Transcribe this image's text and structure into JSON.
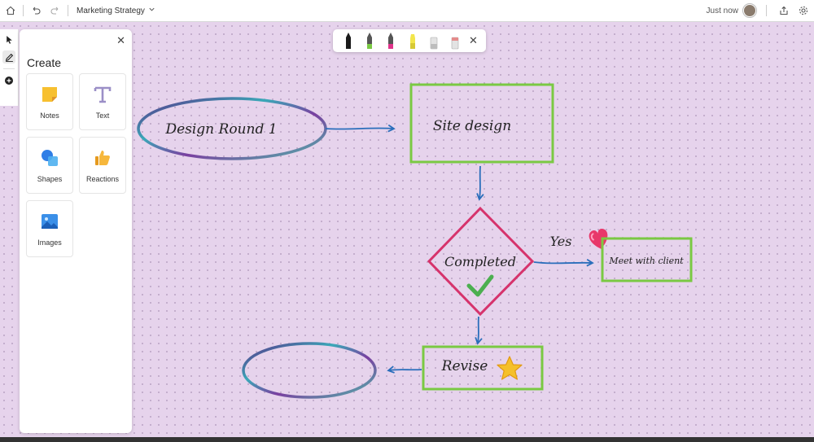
{
  "topbar": {
    "document_title": "Marketing Strategy",
    "save_status": "Just now"
  },
  "tool_rail": {
    "select_icon": "pointer-icon",
    "pen_icon": "pen-icon",
    "add_icon": "add-circle-icon"
  },
  "panel": {
    "title": "Create",
    "items": [
      {
        "label": "Notes",
        "icon": "sticky-note-icon"
      },
      {
        "label": "Text",
        "icon": "text-icon"
      },
      {
        "label": "Shapes",
        "icon": "shapes-icon"
      },
      {
        "label": "Reactions",
        "icon": "thumbs-up-icon"
      },
      {
        "label": "Images",
        "icon": "image-icon"
      }
    ]
  },
  "pen_toolbar": {
    "pens": [
      {
        "name": "black-pen",
        "color": "#1a1a1a"
      },
      {
        "name": "green-pen",
        "color": "#7ac943"
      },
      {
        "name": "pink-pen",
        "color": "#e0338a"
      },
      {
        "name": "yellow-highlighter",
        "color": "#f2e64b"
      },
      {
        "name": "eraser",
        "color": "#dcdcdc"
      },
      {
        "name": "lasso-eraser",
        "color": "#e48b8b"
      }
    ]
  },
  "whiteboard": {
    "design_round": "Design Round 1",
    "site_design": "Site design",
    "completed": "Completed",
    "yes": "Yes",
    "meet_client": "Meet with client",
    "revise": "Revise"
  },
  "colors": {
    "canvas": "#e6d3ec",
    "box_green": "#7ac943",
    "diamond_pink": "#d6336c",
    "arrow_blue": "#2a6ebb"
  }
}
